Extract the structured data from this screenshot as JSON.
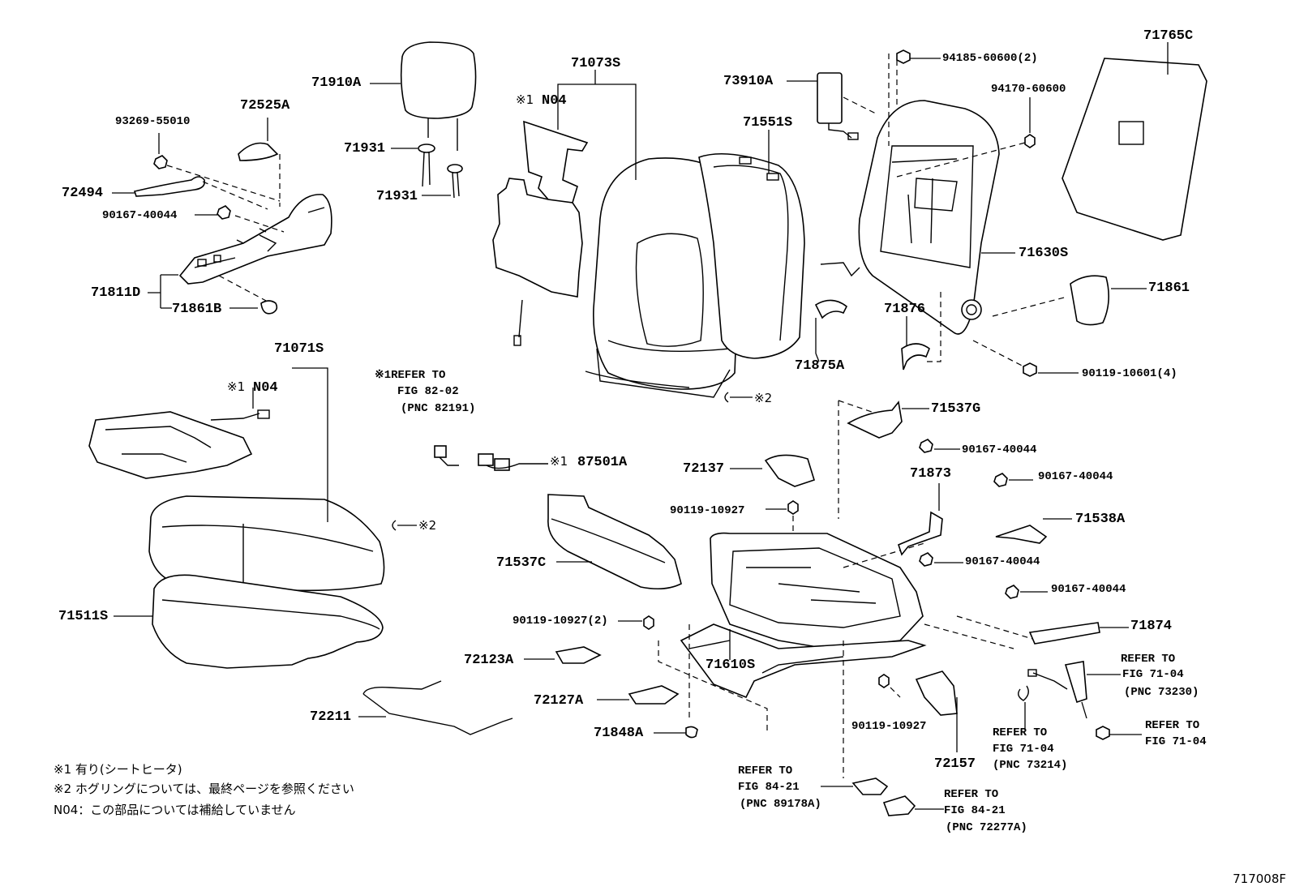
{
  "labels": {
    "p93269": "93269-55010",
    "p72525a": "72525A",
    "p71910a": "71910A",
    "p71073s": "71073S",
    "p73910a": "73910A",
    "p94185": "94185-60600(2)",
    "p71765c": "71765C",
    "p94170": "94170-60600",
    "p72494": "72494",
    "p90167a": "90167-40044",
    "p71811d": "71811D",
    "p71861b": "71861B",
    "p71931a": "71931",
    "p71931b": "71931",
    "n04a_mark": "※1",
    "n04a": "N04",
    "p71551s": "71551S",
    "p71630s": "71630S",
    "p71861": "71861",
    "p71876": "71876",
    "p71875a": "71875A",
    "p90119_4": "90119-10601(4)",
    "p71071s": "71071S",
    "n04b_mark": "※1",
    "n04b": "N04",
    "ref82_1": "※1REFER TO",
    "ref82_2": "FIG 82-02",
    "ref82_3": "(PNC 82191)",
    "p87501a_mark": "※1",
    "p87501a": "87501A",
    "x2a": "※2",
    "x2b": "※2",
    "p71537g": "71537G",
    "p90167b": "90167-40044",
    "p72137": "72137",
    "p71873": "71873",
    "p90167c": "90167-40044",
    "p90119_10927a": "90119-10927",
    "p71538a": "71538A",
    "p90167d": "90167-40044",
    "p71537c": "71537C",
    "p90167e": "90167-40044",
    "p71511s": "71511S",
    "p90119_10927_2": "90119-10927(2)",
    "p71874": "71874",
    "p72123a": "72123A",
    "p71610s": "71610S",
    "ref71a_1": "REFER TO",
    "ref71a_2": "FIG 71-04",
    "ref71a_3": "(PNC 73230)",
    "p72127a": "72127A",
    "p90119_10927b": "90119-10927",
    "ref71b_1": "REFER TO",
    "ref71b_2": "FIG 71-04",
    "ref71c_1": "REFER TO",
    "ref71c_2": "FIG 71-04",
    "ref71c_3": "(PNC 73214)",
    "p72211": "72211",
    "p71848a": "71848A",
    "p72157": "72157",
    "ref84a_1": "REFER TO",
    "ref84a_2": "FIG 84-21",
    "ref84a_3": "(PNC 89178A)",
    "ref84b_1": "REFER TO",
    "ref84b_2": "FIG 84-21",
    "ref84b_3": "(PNC 72277A)"
  },
  "notes": {
    "note1": "※1 有り(シートヒータ)",
    "note2": "※2  ホグリングについては、最終ページを参照ください",
    "note3": "N04：この部品については補給していません"
  },
  "figure_code": "717008F"
}
